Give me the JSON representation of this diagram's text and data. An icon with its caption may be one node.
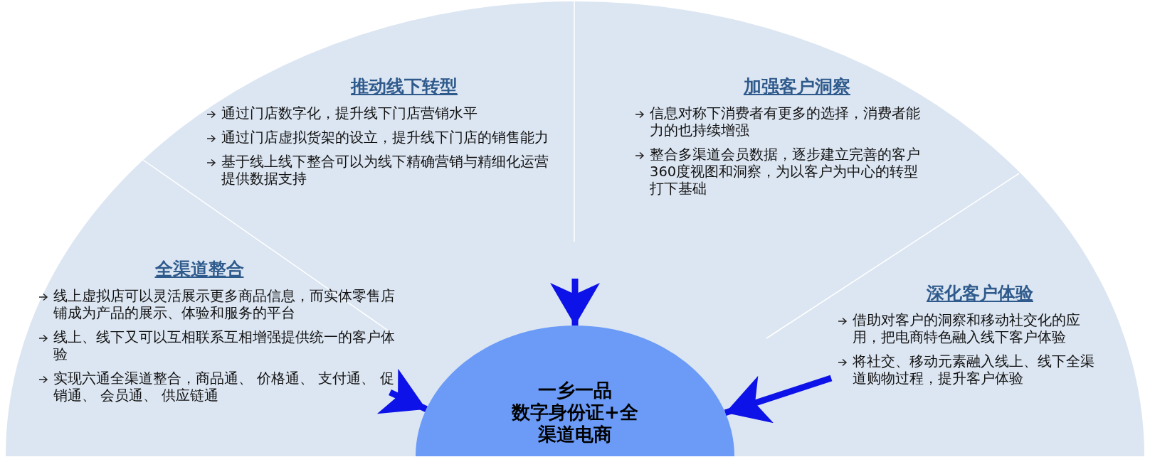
{
  "diagram": {
    "nodes": [
      {
        "text": [
          "推动线下转型",
          "通过门店数字化，提升线下门店营销水平",
          "通过门店虚拟货架的设立，提升线下门店的销售能力",
          "基于线上线下整合可以为线下精确营销与精细化运营提供数据支持"
        ]
      },
      {
        "text": [
          "加强客户洞察",
          "信息对称下消费者有更多的选择，消费者能力的也持续增强",
          "整合多渠道会员数据，逐步建立完善的客户360度视图和洞察，为以客户为中心的转型打下基础"
        ]
      },
      {
        "text": [
          "全渠道整合",
          "线上虚拟店可以灵活展示更多商品信息，而实体零售店铺成为产品的展示、体验和服务的平台",
          "线上、线下又可以互相联系互相增强提供统一的客户体验",
          "实现六通全渠道整合，商品通、 价格通、 支付通、 促销通、 会员通、 供应链通"
        ]
      },
      {
        "text": [
          "深化客户体验",
          "借助对客户的洞察和移动社交化的应用，把电商特色融入线下客户体验",
          "将社交、移动元素融入线上、线下全渠道购物过程，提升客户体验"
        ]
      },
      {
        "text": [
          "一乡一品",
          "数字身份证+全渠道电商"
        ]
      }
    ],
    "edges": [
      {
        "from": null,
        "to": 4,
        "arrow": "to"
      },
      {
        "from": 2,
        "to": 4,
        "arrow": "to"
      },
      {
        "from": 3,
        "to": 4,
        "arrow": "to"
      }
    ]
  }
}
